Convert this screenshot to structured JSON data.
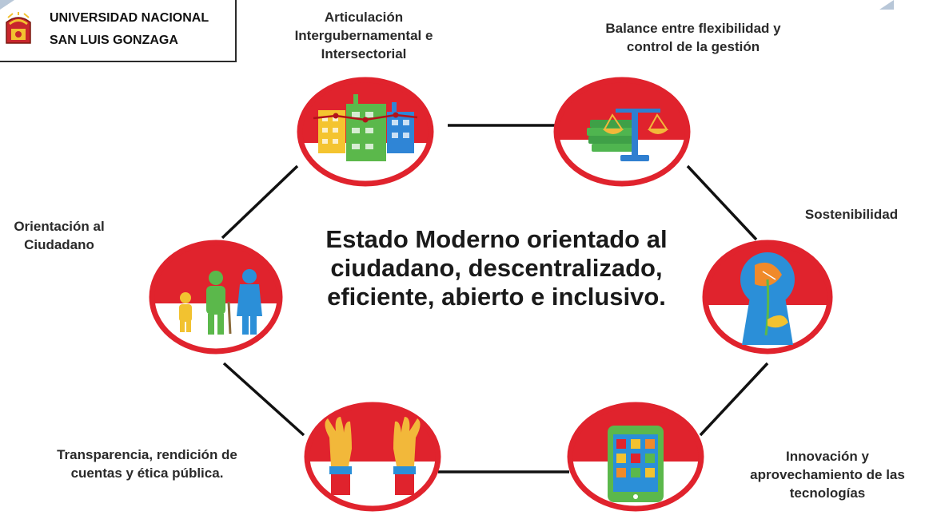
{
  "institution": {
    "line1": "UNIVERSIDAD NACIONAL",
    "line2": "SAN LUIS GONZAGA"
  },
  "center": {
    "line1": "Estado Moderno orientado al",
    "line2": "ciudadano, descentralizado,",
    "line3": "eficiente, abierto e inclusivo."
  },
  "pillars": {
    "articulacion": {
      "line1": "Articulación",
      "line2": "Intergubernamental e",
      "line3": "Intersectorial",
      "icon": "buildings-icon"
    },
    "balance": {
      "line1": "Balance entre flexibilidad y",
      "line2": "control de la gestión",
      "icon": "scale-money-icon"
    },
    "sostenibilidad": {
      "line1": "Sostenibilidad",
      "icon": "leaf-keyhole-icon"
    },
    "innovacion": {
      "line1": "Innovación y",
      "line2": "aprovechamiento de las",
      "line3": "tecnologías",
      "icon": "tablet-icon"
    },
    "transparencia": {
      "line1": "Transparencia, rendición de",
      "line2": "cuentas y ética pública.",
      "icon": "open-hands-icon"
    },
    "ciudadano": {
      "line1": "Orientación al",
      "line2": "Ciudadano",
      "icon": "family-icon"
    }
  },
  "colors": {
    "ring": "#e0232d",
    "connector": "#111111"
  }
}
